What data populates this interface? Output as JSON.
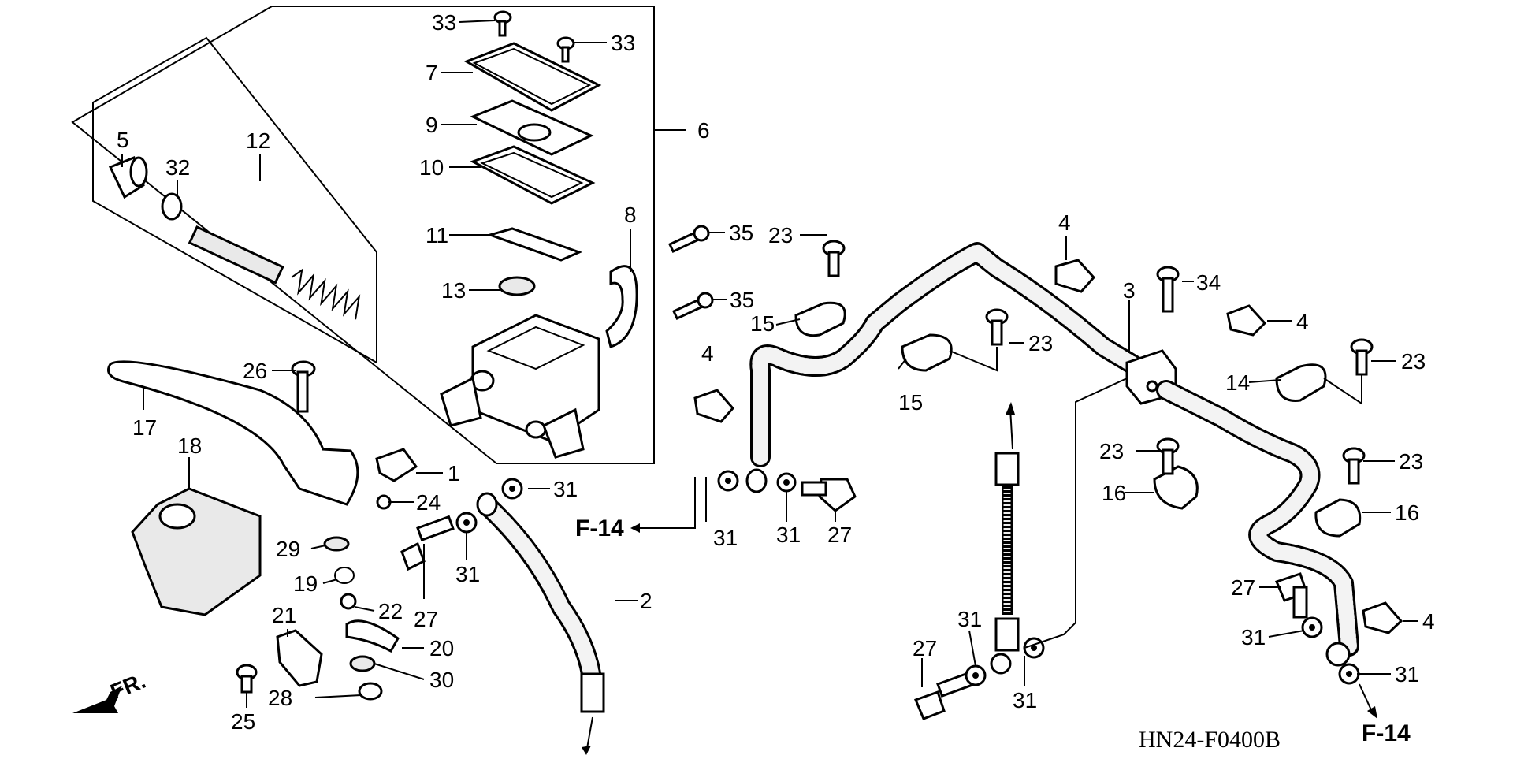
{
  "diagram": {
    "code": "HN24-F0400B",
    "direction_label": "FR.",
    "references": {
      "ref_left": "F-14",
      "ref_right": "F-14"
    },
    "callouts": {
      "c1": "1",
      "c2": "2",
      "c3": "3",
      "c4a": "4",
      "c4b": "4",
      "c4c": "4",
      "c4d": "4",
      "c5": "5",
      "c6": "6",
      "c7": "7",
      "c8": "8",
      "c9": "9",
      "c10": "10",
      "c11": "11",
      "c12": "12",
      "c13": "13",
      "c14": "14",
      "c15a": "15",
      "c15b": "15",
      "c16a": "16",
      "c16b": "16",
      "c17": "17",
      "c18": "18",
      "c19": "19",
      "c20": "20",
      "c21": "21",
      "c22": "22",
      "c23a": "23",
      "c23b": "23",
      "c23c": "23",
      "c23d": "23",
      "c23e": "23",
      "c24": "24",
      "c25": "25",
      "c26": "26",
      "c27a": "27",
      "c27b": "27",
      "c27c": "27",
      "c27d": "27",
      "c28": "28",
      "c29": "29",
      "c30": "30",
      "c31a": "31",
      "c31b": "31",
      "c31c": "31",
      "c31d": "31",
      "c31e": "31",
      "c31f": "31",
      "c31g": "31",
      "c31h": "31",
      "c32": "32",
      "c33a": "33",
      "c33b": "33",
      "c34": "34",
      "c35a": "35",
      "c35b": "35"
    }
  }
}
